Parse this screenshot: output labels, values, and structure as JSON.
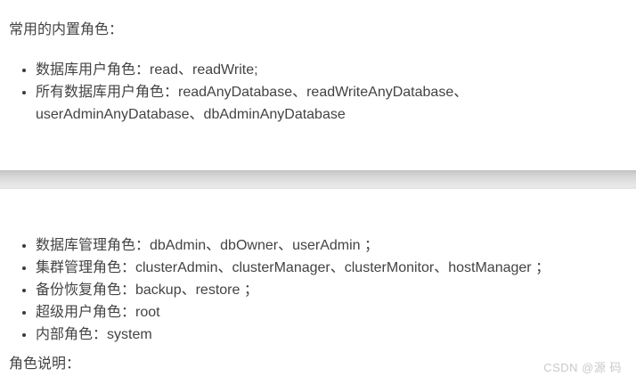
{
  "page": {
    "background_color": "#ffffff",
    "text_color": "#434343",
    "divider_top_color": "#c2c2c2",
    "divider_bottom_color": "#e9e9e9"
  },
  "content": {
    "intro_heading": "常用的内置角色：",
    "user_roles_list": [
      "数据库用户角色：read、readWrite;",
      "所有数据库用户角色：readAnyDatabase、readWriteAnyDatabase、userAdminAnyDatabase、dbAdminAnyDatabase"
    ],
    "admin_roles_list": [
      "数据库管理角色：dbAdmin、dbOwner、userAdmin ；",
      "集群管理角色：clusterAdmin、clusterManager、clusterMonitor、hostManager ；",
      "备份恢复角色：backup、restore ；",
      "超级用户角色：root",
      "内部角色：system"
    ],
    "roles_note_heading": "角色说明："
  },
  "watermark": {
    "text": "CSDN @源 码",
    "color": "#c9c9c9"
  }
}
